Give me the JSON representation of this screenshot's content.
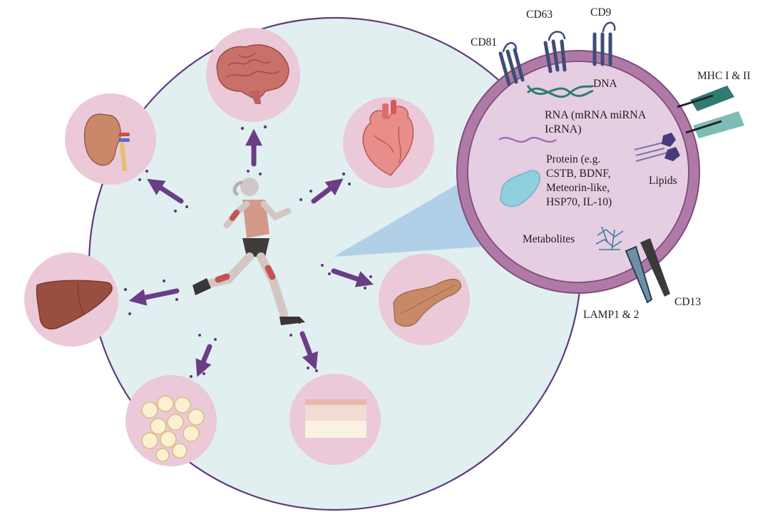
{
  "diagram": {
    "vesicle": {
      "surface_markers": {
        "cd81": "CD81",
        "cd63": "CD63",
        "cd9": "CD9",
        "mhc": "MHC I & II",
        "lamp": "LAMP1 & 2",
        "cd13": "CD13"
      },
      "cargo": {
        "dna": "DNA",
        "rna_line1": "RNA (mRNA miRNA",
        "rna_line2": "IcRNA)",
        "protein_line1": "Protein (e.g.",
        "protein_line2": "CSTB, BDNF,",
        "protein_line3": "Meteorin-like,",
        "protein_line4": "HSP70, IL-10)",
        "lipids": "Lipids",
        "metabolites": "Metabolites"
      }
    },
    "target_organs": [
      {
        "icon": "brain-icon"
      },
      {
        "icon": "heart-icon"
      },
      {
        "icon": "pancreas-icon"
      },
      {
        "icon": "skin-icon"
      },
      {
        "icon": "adipose-tissue-icon"
      },
      {
        "icon": "liver-icon"
      },
      {
        "icon": "kidney-icon"
      }
    ],
    "colors": {
      "big_circle_fill": "#e1eff0",
      "big_circle_stroke": "#5b3c7c",
      "organ_bg": "#ebc9d9",
      "arrow": "#6b3d87",
      "vesicle_membrane": "#b07aa8",
      "vesicle_interior": "#e5cde2",
      "zoom_wedge": "#a9c9e6"
    }
  }
}
